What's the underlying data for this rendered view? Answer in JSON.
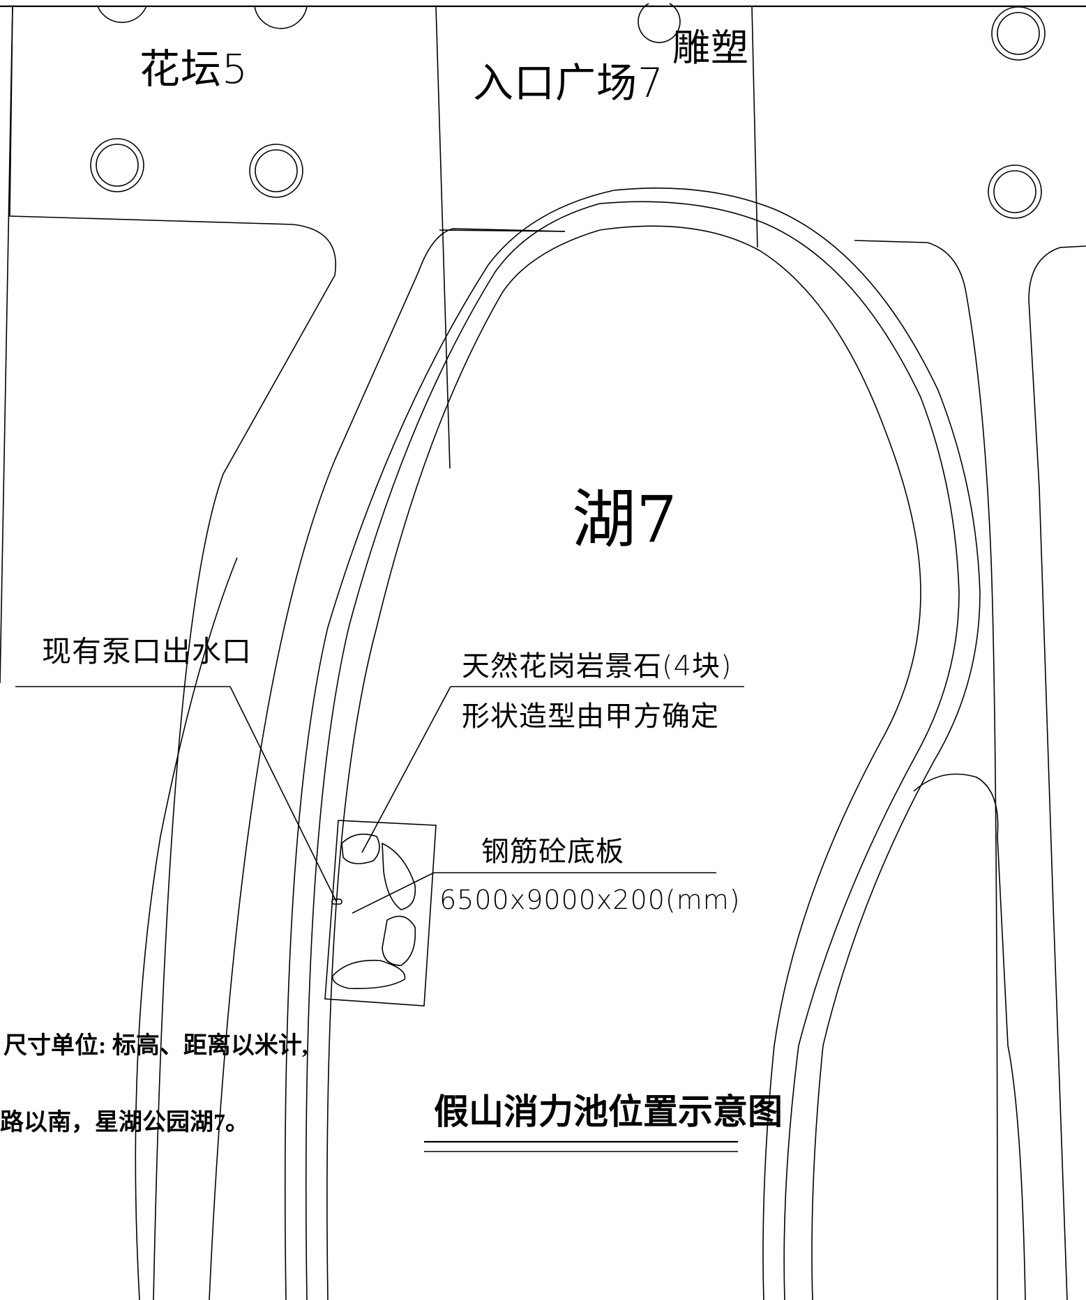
{
  "labels": {
    "flower_bed": "花坛5",
    "entrance_plaza": "入口广场7",
    "sculpture": "雕塑",
    "lake": "湖7",
    "pump_outlet": "现有泵口出水口",
    "granite_line1": "天然花岗岩景石(4块)",
    "granite_line2": "形状造型由甲方确定",
    "slab_line1": "钢筋砼底板",
    "slab_line2": "6500x9000x200(mm)",
    "note_line1": "尺寸单位: 标高、距离以米计,",
    "note_line2": "路以南，星湖公园湖7。",
    "title": "假山消力池位置示意图"
  }
}
